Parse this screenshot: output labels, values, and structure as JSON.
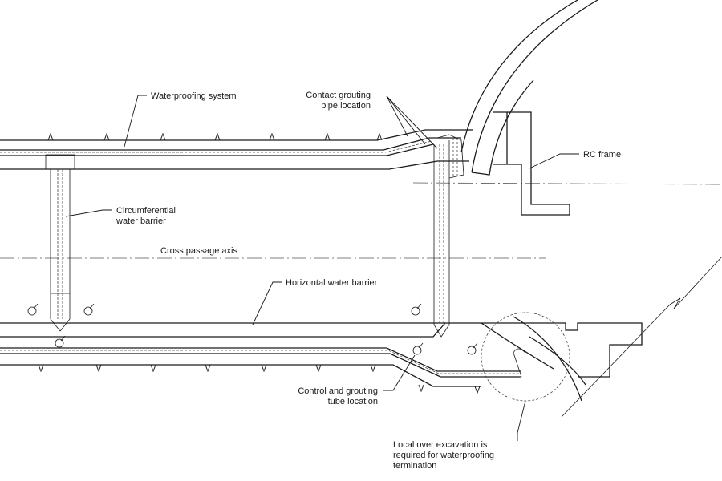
{
  "labels": {
    "waterproofing_system": "Waterproofing system",
    "contact_grouting_1": "Contact grouting",
    "contact_grouting_2": "pipe location",
    "rc_frame": "RC frame",
    "circumferential_1": "Circumferential",
    "circumferential_2": "water barrier",
    "cross_passage_axis": "Cross passage axis",
    "horizontal_barrier": "Horizontal water barrier",
    "control_grouting_1": "Control and grouting",
    "control_grouting_2": "tube location",
    "over_excavation_1": "Local over excavation is",
    "over_excavation_2": "required for waterproofing",
    "over_excavation_3": "termination"
  },
  "colors": {
    "line": "#1a1a1a",
    "background": "#ffffff"
  }
}
